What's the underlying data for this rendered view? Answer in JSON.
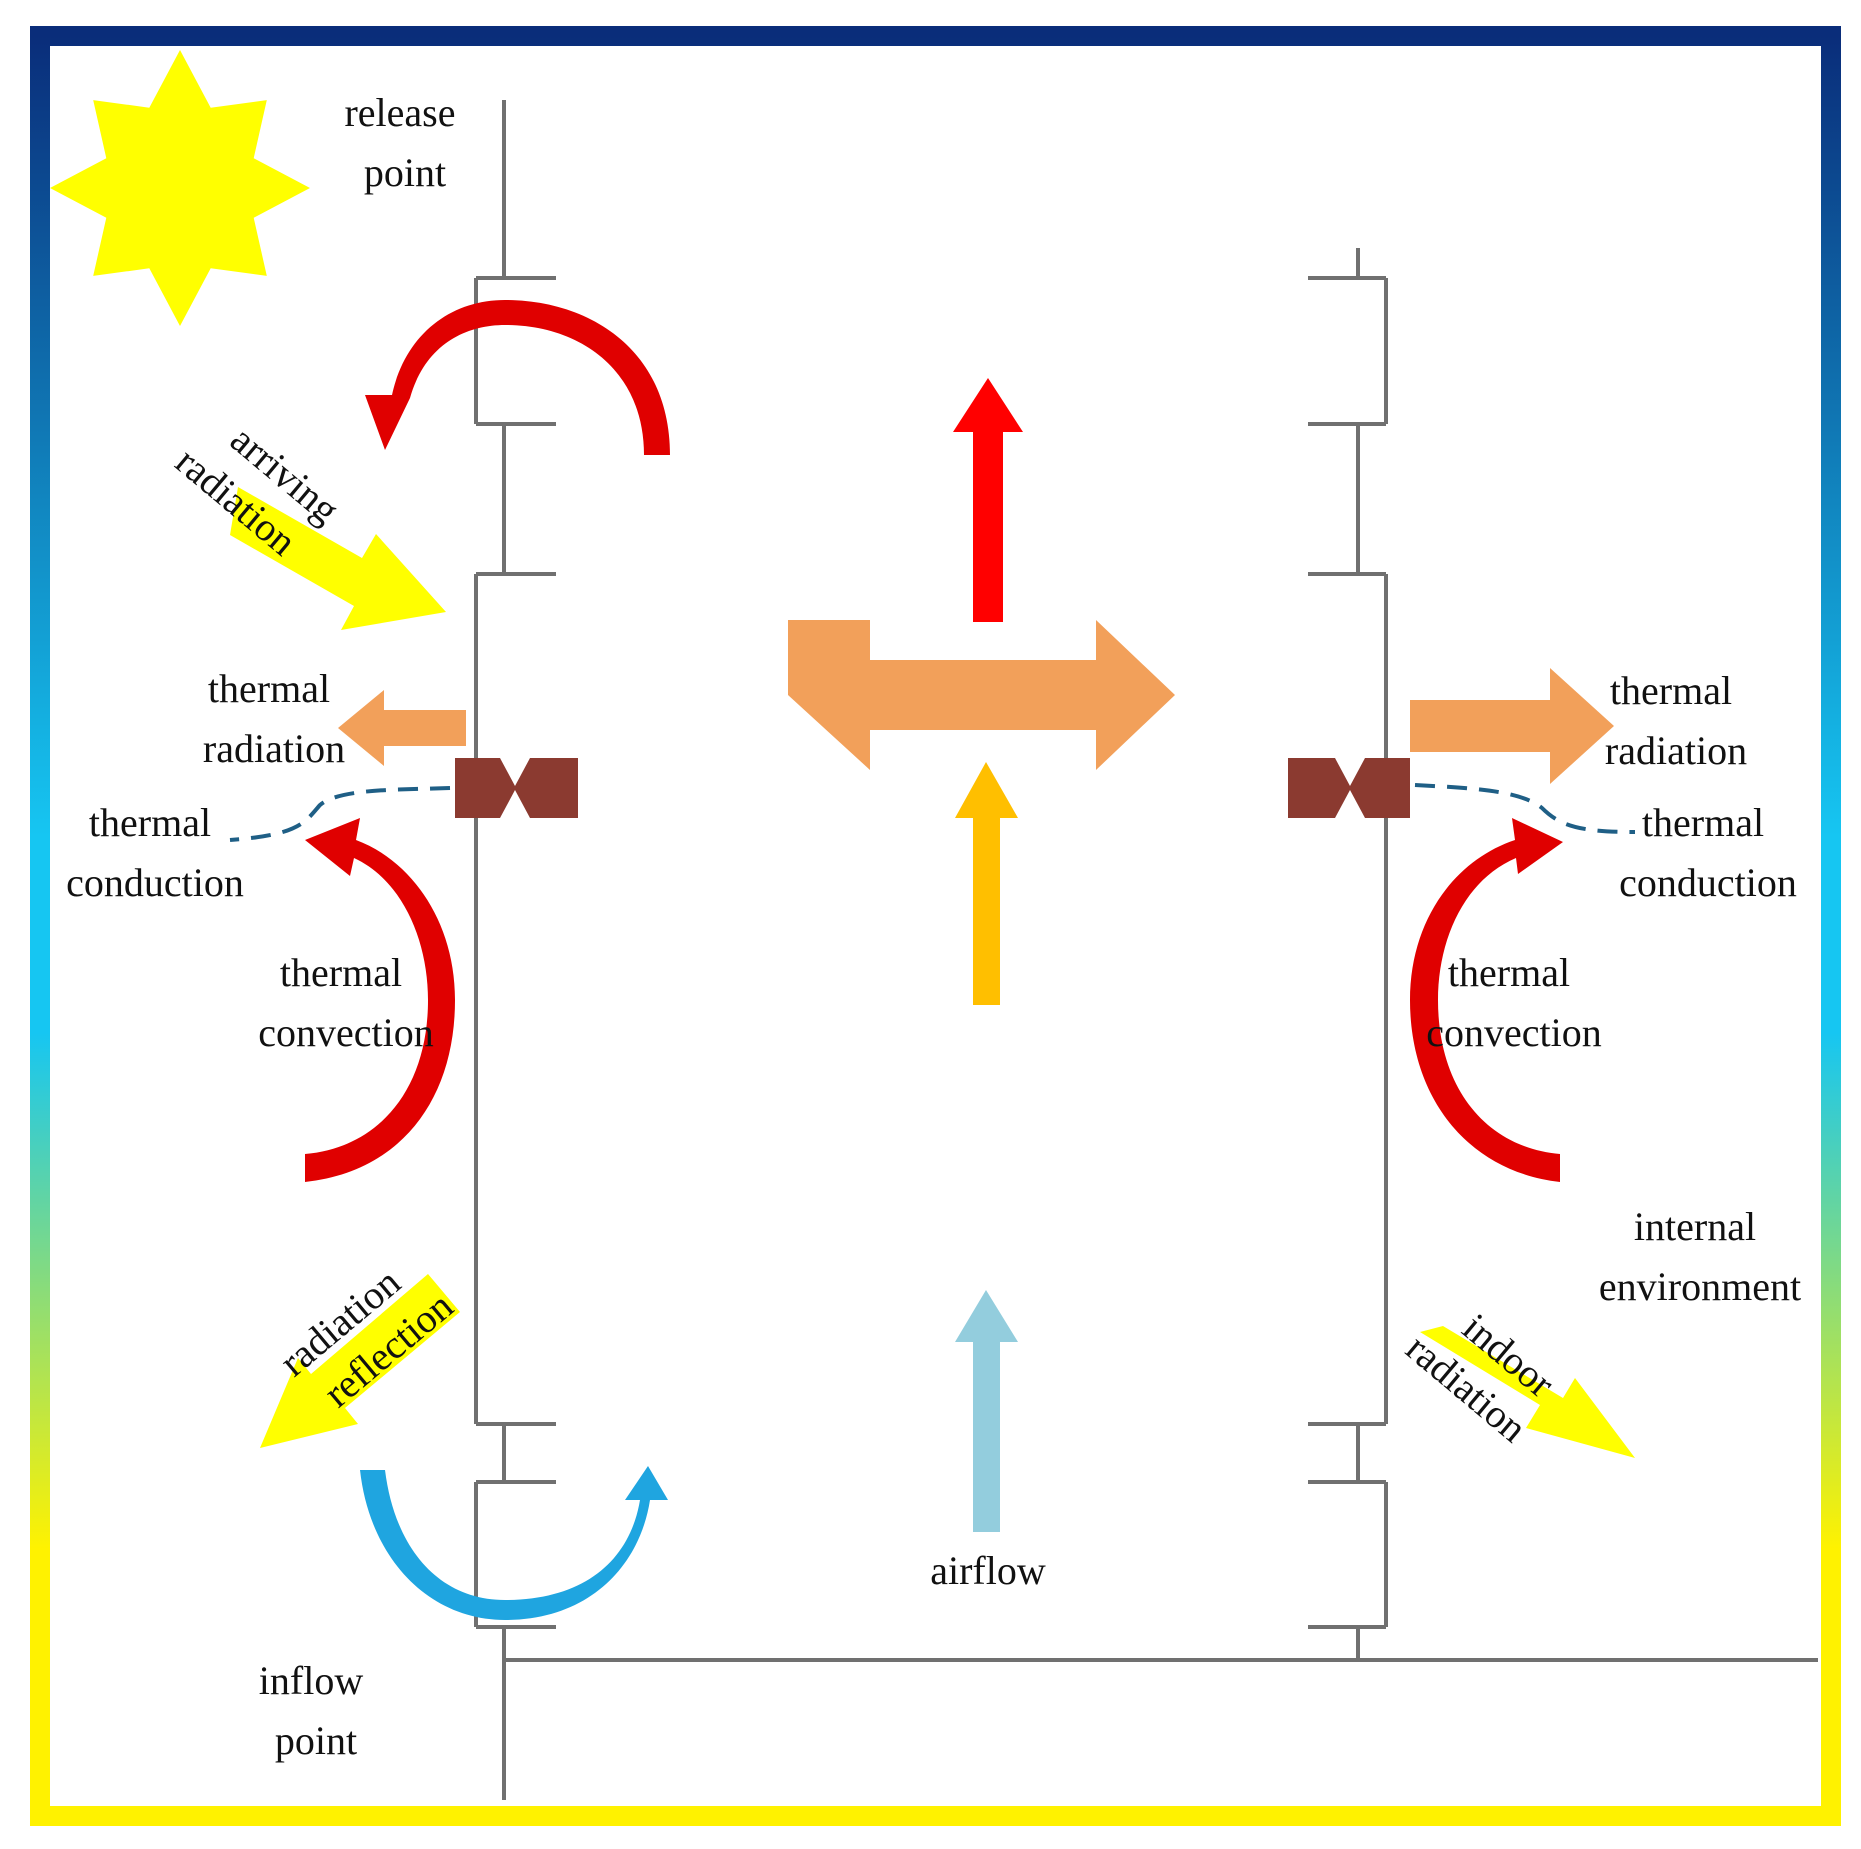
{
  "colors": {
    "frame_top": "#0a2d7a",
    "frame_mid": "#16c6f2",
    "frame_bottom": "#fff200",
    "sun": "#ffff00",
    "radiation_arrow": "#ffff00",
    "convection_arrow": "#e00000",
    "thermal_radiation_arrow": "#f2a05a",
    "hot_air_arrow": "#ff0000",
    "warm_air_arrow": "#ffbf00",
    "airflow_arrow": "#93cddd",
    "inflow_arrow": "#1fa5e0",
    "window_valve": "#8b3a30",
    "conduction_line": "#1f5f86",
    "wall_line": "#707070"
  },
  "labels": {
    "release_point": [
      "release",
      "point"
    ],
    "arriving_radiation": [
      "arriving",
      "radiation"
    ],
    "thermal_radiation_left": [
      "thermal",
      "radiation"
    ],
    "thermal_conduction_left": [
      "thermal",
      "conduction"
    ],
    "thermal_convection_left": [
      "thermal",
      "convection"
    ],
    "radiation_reflection": [
      "radiation",
      "reflection"
    ],
    "inflow_point": [
      "inflow",
      "point"
    ],
    "airflow": "airflow",
    "thermal_radiation_right": [
      "thermal",
      "radiation"
    ],
    "thermal_conduction_right": [
      "thermal",
      "conduction"
    ],
    "thermal_convection_right": [
      "thermal",
      "convection"
    ],
    "internal_environment": [
      "internal",
      "environment"
    ],
    "indoor_radiation": [
      "indoor",
      "radiation"
    ]
  },
  "icons": {
    "sun": "sun-icon"
  }
}
